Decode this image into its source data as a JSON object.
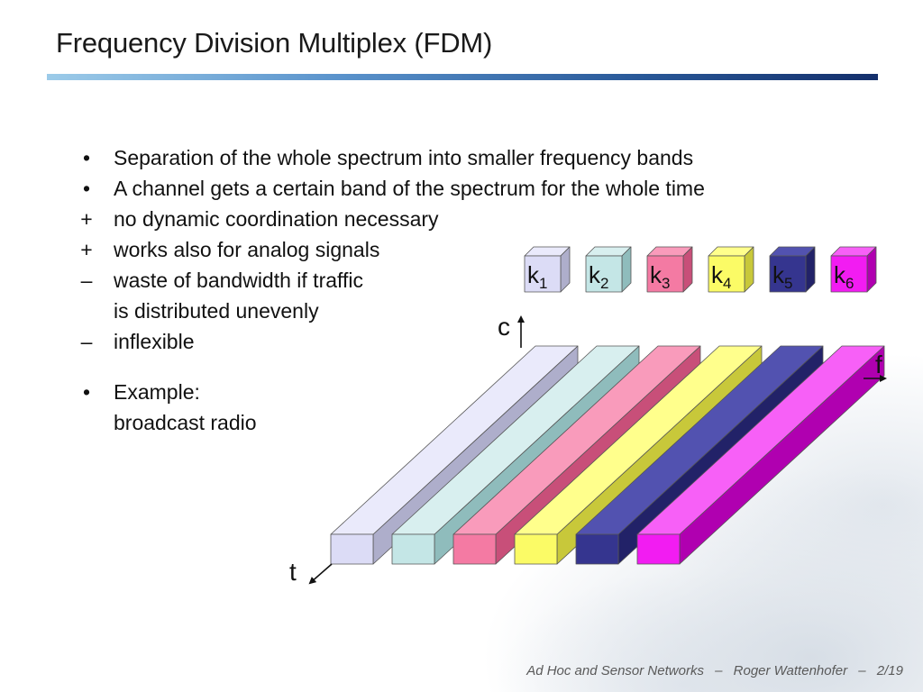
{
  "slide": {
    "title": "Frequency Division Multiplex (FDM)",
    "bullets": [
      {
        "marker": "•",
        "lines": [
          "Separation of the whole spectrum into smaller frequency bands"
        ]
      },
      {
        "marker": "•",
        "lines": [
          "A channel gets a certain band of the spectrum for the whole time"
        ]
      },
      {
        "marker": "+",
        "lines": [
          "no dynamic coordination necessary"
        ]
      },
      {
        "marker": "+",
        "lines": [
          "works also for analog signals"
        ]
      },
      {
        "marker": "–",
        "lines": [
          "waste of bandwidth if traffic",
          "is distributed unevenly"
        ]
      },
      {
        "marker": "–",
        "lines": [
          "inflexible"
        ]
      },
      {
        "marker": "•",
        "lines": [
          "Example:",
          "broadcast radio"
        ]
      }
    ],
    "footer": {
      "course": "Ad Hoc and Sensor Networks",
      "separator": "–",
      "author": "Roger Wattenhofer",
      "page": "2/19"
    }
  },
  "diagram": {
    "axis_labels": {
      "c": "c",
      "f": "f",
      "t": "t"
    },
    "channels": [
      {
        "base": "k",
        "sub": "1",
        "front": "#dcdcf6",
        "top": "#eaeafb",
        "side": "#aeaecb"
      },
      {
        "base": "k",
        "sub": "2",
        "front": "#c4e6e6",
        "top": "#d8efef",
        "side": "#8fbcbc"
      },
      {
        "base": "k",
        "sub": "3",
        "front": "#f47aa3",
        "top": "#f99bbb",
        "side": "#c84f79"
      },
      {
        "base": "k",
        "sub": "4",
        "front": "#fbfb66",
        "top": "#ffff8c",
        "side": "#c8c83a"
      },
      {
        "base": "k",
        "sub": "5",
        "front": "#35358f",
        "top": "#5252b0",
        "side": "#222268"
      },
      {
        "base": "k",
        "sub": "6",
        "front": "#f21cf2",
        "top": "#f760f7",
        "side": "#b000b0"
      }
    ]
  }
}
